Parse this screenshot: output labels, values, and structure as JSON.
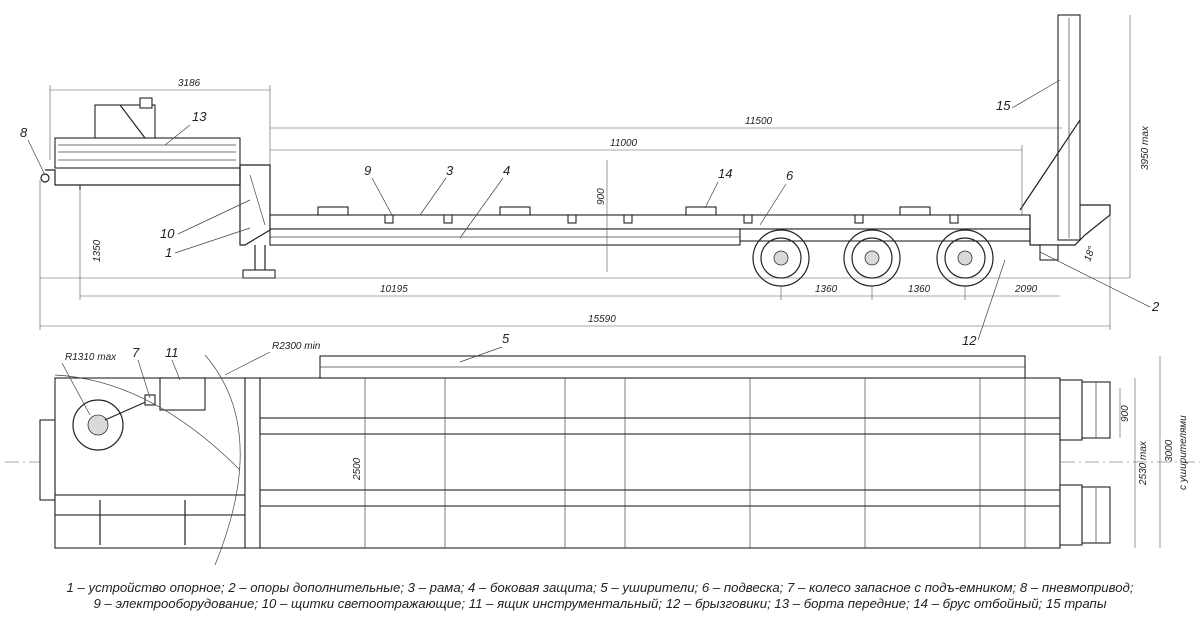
{
  "dimensions": {
    "top_3186": "3186",
    "d_11500": "11500",
    "d_11000": "11000",
    "d_3950": "3950 max",
    "d_900_side": "900",
    "d_1350": "1350",
    "d_10195": "10195",
    "d_1360_a": "1360",
    "d_1360_b": "1360",
    "d_2090": "2090",
    "d_15590": "15590",
    "angle_18": "18°",
    "r1310": "R1310 max",
    "r2300": "R2300 min",
    "d_2500": "2500",
    "d_900_top": "900",
    "d_2530": "2530 max",
    "d_3000": "3000",
    "d_3000_note": "с уширителями"
  },
  "callouts": {
    "c1": "1",
    "c2": "2",
    "c3": "3",
    "c4": "4",
    "c5": "5",
    "c6": "6",
    "c7": "7",
    "c8": "8",
    "c9": "9",
    "c10": "10",
    "c11": "11",
    "c12": "12",
    "c13": "13",
    "c14": "14",
    "c15": "15"
  },
  "legend": {
    "line1": "1 – устройство опорное; 2 – опоры дополнительные; 3 – рама; 4 – боковая защита; 5 – уширители; 6 – подвеска; 7 – колесо запасное с подъ-емником; 8 – пневмопривод;",
    "line2": "9 – электрооборудование; 10 – щитки светоотражающие; 11 – ящик инструментальный; 12 – брызговики; 13 – борта передние; 14 – брус отбойный; 15  трапы"
  }
}
